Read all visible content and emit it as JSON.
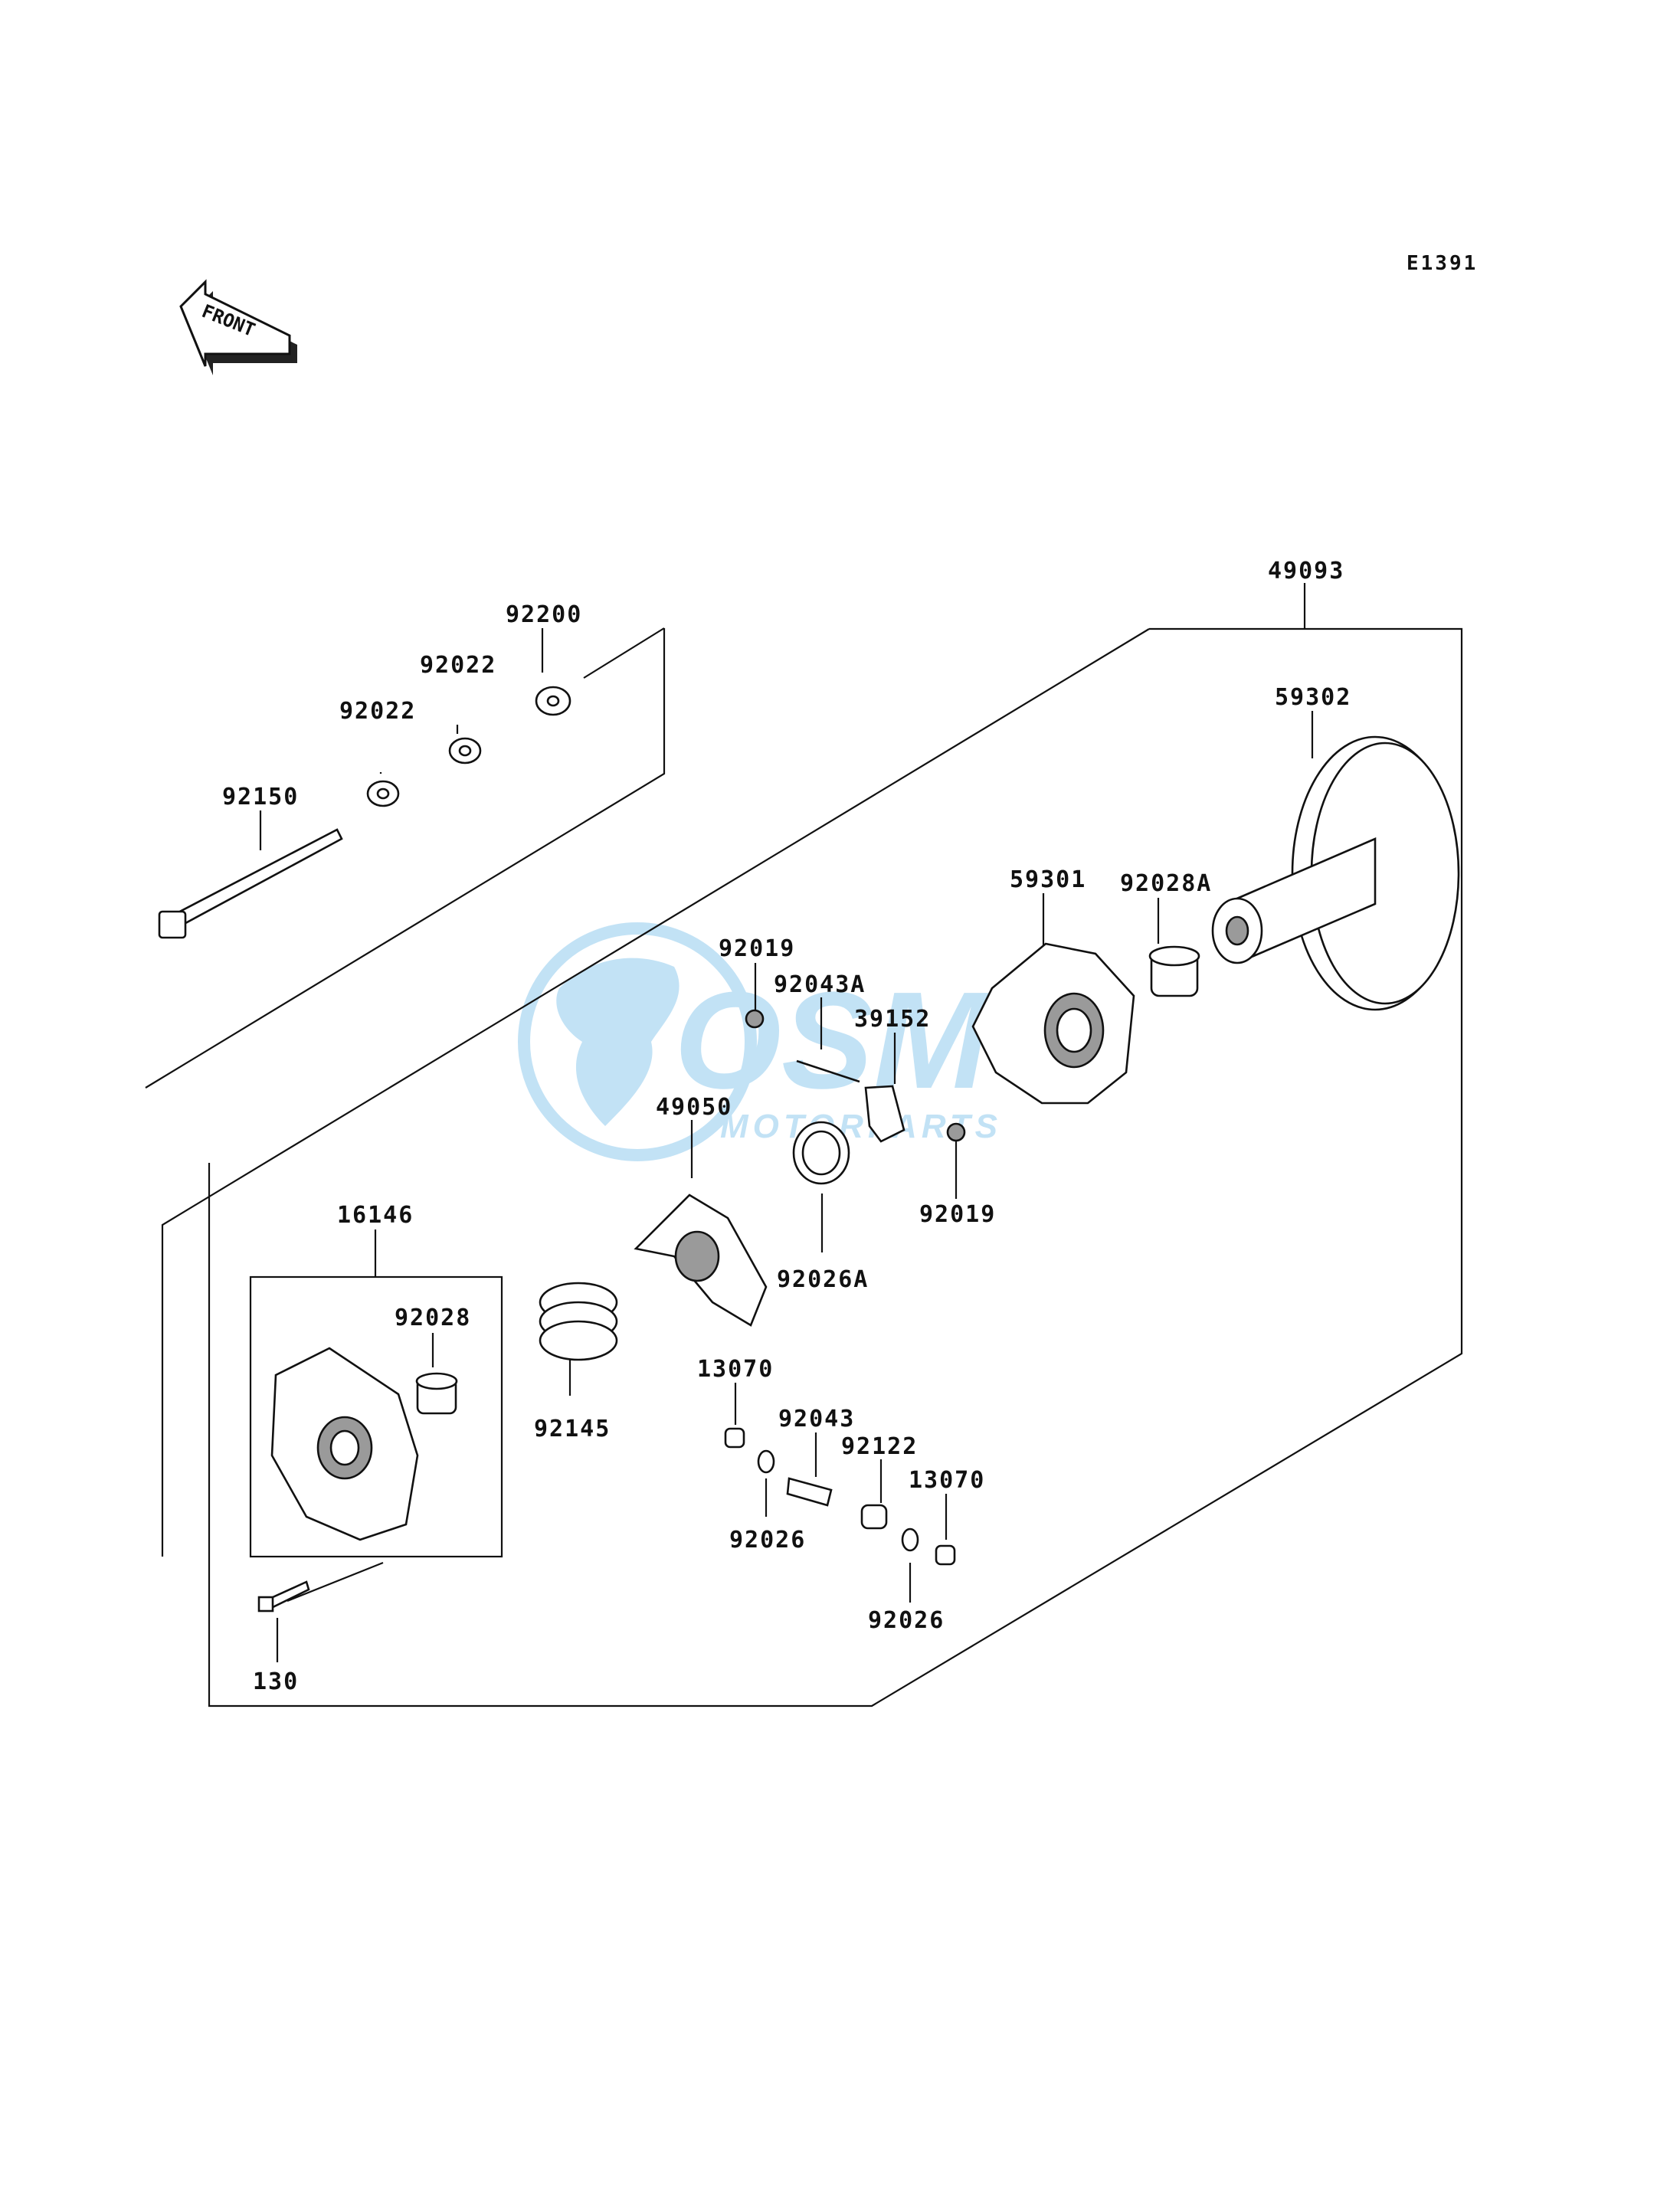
{
  "diagram_code": "E1391",
  "front_arrow": {
    "label": "FRONT",
    "icon": "front-arrow-icon"
  },
  "watermark": {
    "brand": "OSM",
    "subtitle": "MOTORPARTS",
    "color": "#3aa0e0"
  },
  "parts": {
    "p49093": "49093",
    "p59302": "59302",
    "p92200": "92200",
    "p92022a": "92022",
    "p92022b": "92022",
    "p92150": "92150",
    "p59301": "59301",
    "p92028A": "92028A",
    "p92019a": "92019",
    "p92043A": "92043A",
    "p39152": "39152",
    "p49050": "49050",
    "p92019b": "92019",
    "p92026A": "92026A",
    "p16146": "16146",
    "p92028": "92028",
    "p92145": "92145",
    "p13070a": "13070",
    "p92043": "92043",
    "p92122": "92122",
    "p13070b": "13070",
    "p92026a": "92026",
    "p92026b": "92026",
    "p130": "130"
  }
}
